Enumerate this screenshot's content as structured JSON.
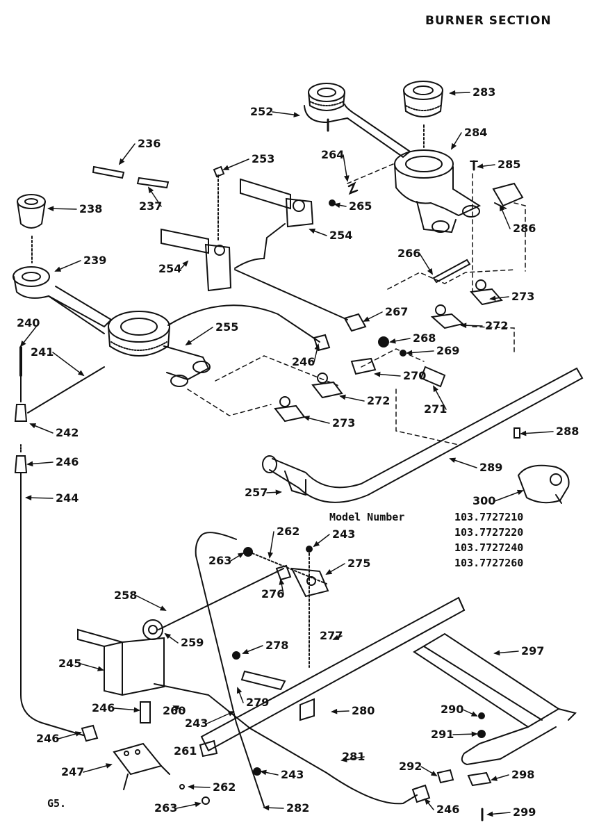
{
  "title": "BURNER SECTION",
  "model": {
    "label": "Model Number",
    "numbers": [
      "103.7727210",
      "103.7727220",
      "103.7727240",
      "103.7727260"
    ]
  },
  "page_id": "G5.",
  "callouts": [
    {
      "id": "c252",
      "text": "252"
    },
    {
      "id": "c283",
      "text": "283"
    },
    {
      "id": "c284",
      "text": "284"
    },
    {
      "id": "c236",
      "text": "236"
    },
    {
      "id": "c253",
      "text": "253"
    },
    {
      "id": "c264",
      "text": "264"
    },
    {
      "id": "c285",
      "text": "285"
    },
    {
      "id": "c237",
      "text": "237"
    },
    {
      "id": "c265",
      "text": "265"
    },
    {
      "id": "c238",
      "text": "238"
    },
    {
      "id": "c286",
      "text": "286"
    },
    {
      "id": "c254a",
      "text": "254"
    },
    {
      "id": "c266",
      "text": "266"
    },
    {
      "id": "c239",
      "text": "239"
    },
    {
      "id": "c254b",
      "text": "254"
    },
    {
      "id": "c273a",
      "text": "273"
    },
    {
      "id": "c267",
      "text": "267"
    },
    {
      "id": "c240",
      "text": "240"
    },
    {
      "id": "c255",
      "text": "255"
    },
    {
      "id": "c272a",
      "text": "272"
    },
    {
      "id": "c268",
      "text": "268"
    },
    {
      "id": "c241",
      "text": "241"
    },
    {
      "id": "c269",
      "text": "269"
    },
    {
      "id": "c246a",
      "text": "246"
    },
    {
      "id": "c270",
      "text": "270"
    },
    {
      "id": "c272b",
      "text": "272"
    },
    {
      "id": "c271",
      "text": "271"
    },
    {
      "id": "c242",
      "text": "242"
    },
    {
      "id": "c273b",
      "text": "273"
    },
    {
      "id": "c288",
      "text": "288"
    },
    {
      "id": "c246b",
      "text": "246"
    },
    {
      "id": "c289",
      "text": "289"
    },
    {
      "id": "c244",
      "text": "244"
    },
    {
      "id": "c257",
      "text": "257"
    },
    {
      "id": "c300",
      "text": "300"
    },
    {
      "id": "c262a",
      "text": "262"
    },
    {
      "id": "c243a",
      "text": "243"
    },
    {
      "id": "c263a",
      "text": "263"
    },
    {
      "id": "c275",
      "text": "275"
    },
    {
      "id": "c276",
      "text": "276"
    },
    {
      "id": "c258",
      "text": "258"
    },
    {
      "id": "c259",
      "text": "259"
    },
    {
      "id": "c277",
      "text": "277"
    },
    {
      "id": "c297",
      "text": "297"
    },
    {
      "id": "c278",
      "text": "278"
    },
    {
      "id": "c245",
      "text": "245"
    },
    {
      "id": "c279",
      "text": "279"
    },
    {
      "id": "c246c",
      "text": "246"
    },
    {
      "id": "c260",
      "text": "260"
    },
    {
      "id": "c280",
      "text": "280"
    },
    {
      "id": "c290",
      "text": "290"
    },
    {
      "id": "c243b",
      "text": "243"
    },
    {
      "id": "c291",
      "text": "291"
    },
    {
      "id": "c246d",
      "text": "246"
    },
    {
      "id": "c261",
      "text": "261"
    },
    {
      "id": "c281",
      "text": "281"
    },
    {
      "id": "c247",
      "text": "247"
    },
    {
      "id": "c243c",
      "text": "243"
    },
    {
      "id": "c292",
      "text": "292"
    },
    {
      "id": "c298",
      "text": "298"
    },
    {
      "id": "c262b",
      "text": "262"
    },
    {
      "id": "c263b",
      "text": "263"
    },
    {
      "id": "c282",
      "text": "282"
    },
    {
      "id": "c246e",
      "text": "246"
    },
    {
      "id": "c299",
      "text": "299"
    }
  ]
}
